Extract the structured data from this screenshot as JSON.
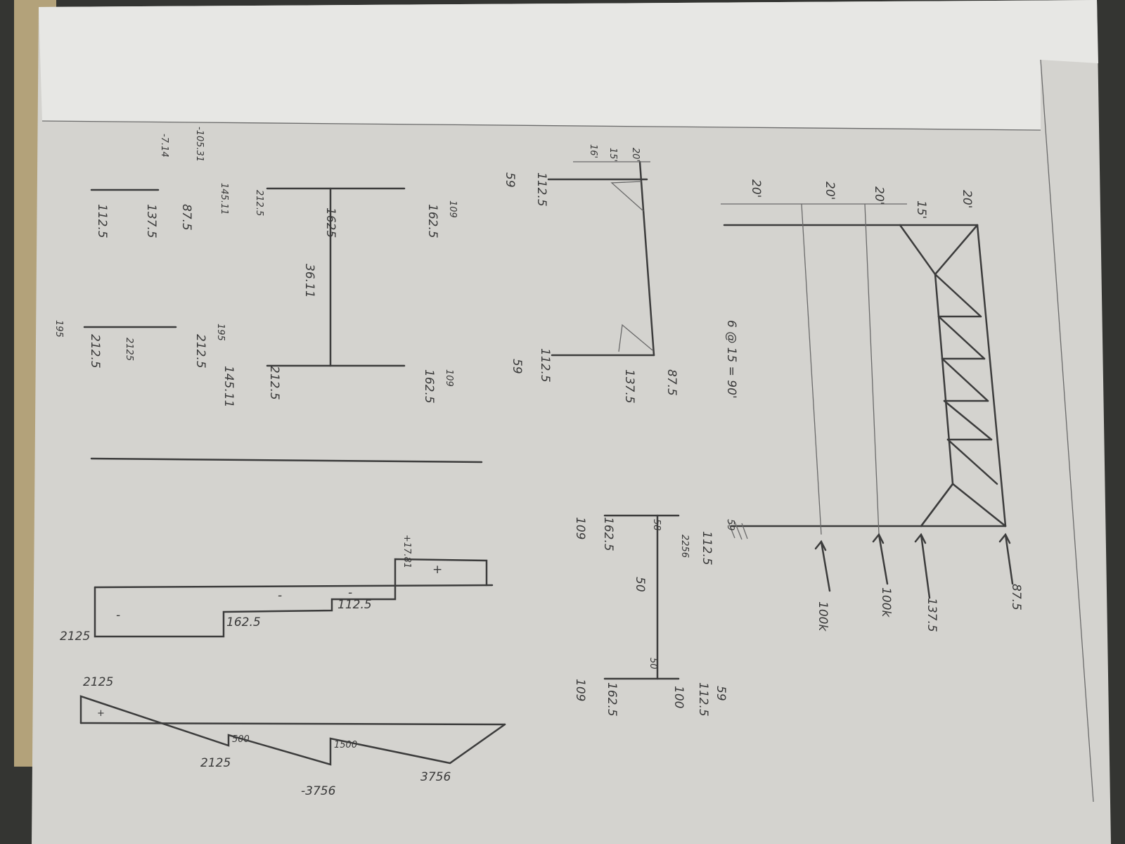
{
  "frame": {
    "span_label": "6 @ 15 = 90'",
    "story_heights": [
      "20'",
      "15'",
      "20'",
      "20'",
      "20'"
    ],
    "loads": [
      "87.5",
      "137.5",
      "100k",
      "100k"
    ]
  },
  "truss_fbd": {
    "dims": [
      "20'",
      "15'",
      "16'"
    ],
    "left_labels": [
      "112.5",
      "59"
    ],
    "right_labels": [
      "112.5",
      "59"
    ],
    "top_loads": [
      "87.5",
      "137.5"
    ]
  },
  "column_fbd": {
    "top_labels": [
      "59",
      "112.5",
      "2256",
      "58"
    ],
    "mid_label": "50",
    "left_labels": [
      "162.5",
      "109"
    ],
    "bottom_labels": [
      "59",
      "112.5",
      "100",
      "50"
    ],
    "bottom_left_labels": [
      "162.5",
      "109"
    ]
  },
  "girder_fbd": {
    "left_top": [
      "109",
      "162.5"
    ],
    "right_top": [
      "109",
      "162.5"
    ],
    "left_bottom": [
      "212.5",
      "145.11"
    ],
    "right_bottom": [
      "212.5",
      "145.11"
    ],
    "moment": "1625",
    "mid": "36.11"
  },
  "base_fbd": {
    "left": [
      "-105.31",
      "-7.14",
      "87.5",
      "137.5",
      "112.5"
    ],
    "right": [
      "195",
      "212.5",
      "2125",
      "212.5",
      "195"
    ]
  },
  "shear_diagram": {
    "labels": [
      "+17.81",
      "112.5",
      "162.5",
      "2125"
    ],
    "signs": [
      "+",
      "-",
      "-",
      "-"
    ]
  },
  "moment_diagram": {
    "labels": [
      "2125",
      "2125",
      "500",
      "1500",
      "-3756",
      "3756"
    ],
    "signs": [
      "+"
    ]
  }
}
